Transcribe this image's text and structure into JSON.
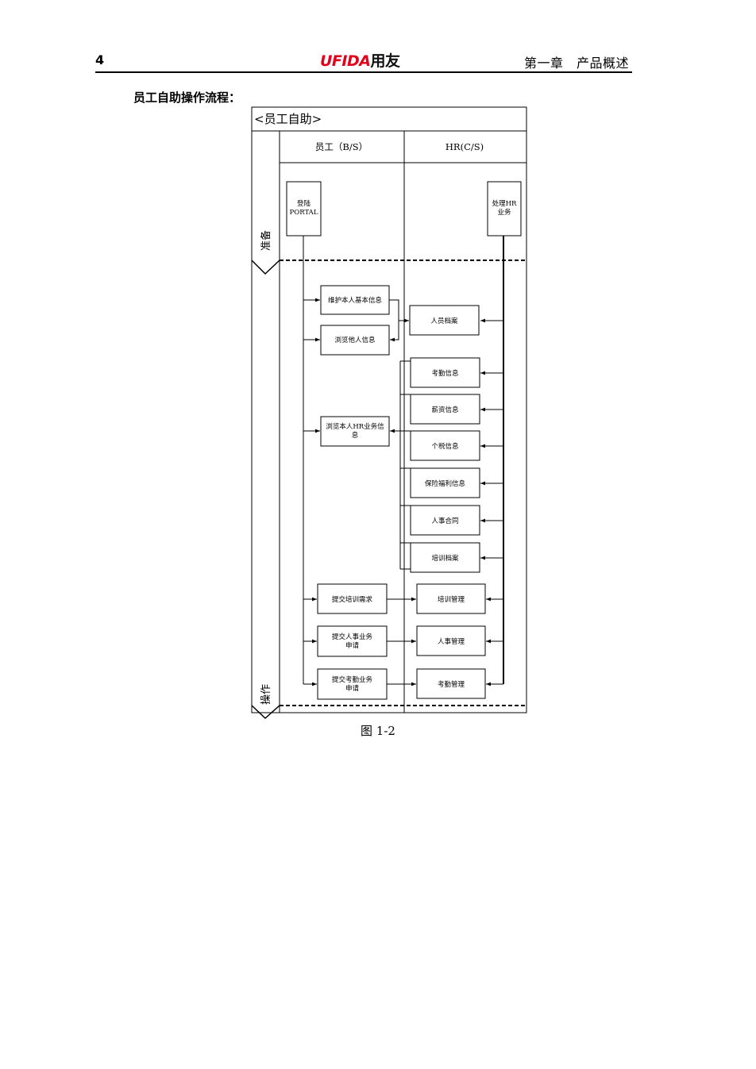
{
  "header": {
    "page_number": "4",
    "logo_en": "UFIDA",
    "logo_cn": "用友",
    "chapter": "第一章　产品概述"
  },
  "section_title": "员工自助操作流程：",
  "diagram": {
    "pool_title": "<员工自助>",
    "lane_employee": "员工（B/S）",
    "lane_hr": "HR(C/S)",
    "phase_prepare": "准备",
    "phase_operate": "操作",
    "nodes": {
      "login": [
        "登陆",
        "PORTAL"
      ],
      "hr_process": [
        "处理HR",
        "业务"
      ],
      "maintain_basic": "维护本人基本信息",
      "browse_others": "浏览他人信息",
      "personnel_file": "人员档案",
      "browse_hr": [
        "浏览本人HR业务信",
        "息"
      ],
      "attendance_info": "考勤信息",
      "salary_info": "薪资信息",
      "tax_info": "个税信息",
      "insurance_info": "保险福利信息",
      "contract": "人事合同",
      "training_file": "培训档案",
      "submit_training": "提交培训需求",
      "training_mgmt": "培训管理",
      "submit_personnel": [
        "提交人事业务",
        "申请"
      ],
      "personnel_mgmt": "人事管理",
      "submit_attendance": [
        "提交考勤业务",
        "申请"
      ],
      "attendance_mgmt": "考勤管理"
    }
  },
  "caption": "图 1-2"
}
